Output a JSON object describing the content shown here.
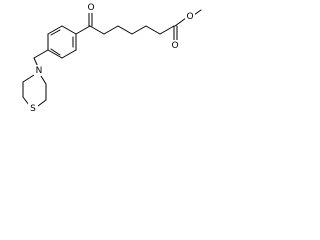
{
  "structure": {
    "atoms": {
      "ketone_oxygen": "O",
      "ester_carbonyl_oxygen": "O",
      "ester_ether_oxygen": "O",
      "amine_nitrogen": "N",
      "ring_sulfur": "S"
    }
  }
}
